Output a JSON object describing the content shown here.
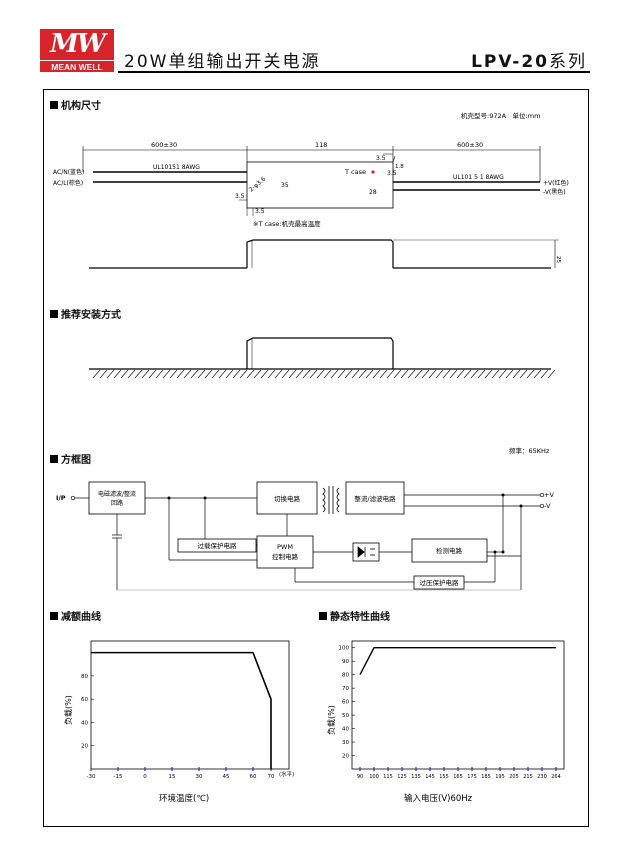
{
  "header": {
    "logo_mark": "MW",
    "logo_text": "MEAN WELL",
    "title": "20W单组输出开关电源",
    "model": "LPV-20",
    "series_suffix": "系列"
  },
  "sections": {
    "mechanical": "机构尺寸",
    "mounting": "推荐安装方式",
    "block_diagram": "方框图",
    "derating": "减额曲线",
    "static": "静态特性曲线"
  },
  "mechanical": {
    "case_info": "机壳型号:972A　单位:mm",
    "dim_left": "600±30",
    "dim_mid": "118",
    "dim_right": "600±30",
    "cable_left": "UL10151 8AWG",
    "cable_right": "UL101 5 1 8AWG",
    "ac_n": "AC/N(蓝色)",
    "ac_l": "AC/L(棕色)",
    "v_plus": "+V(红色)",
    "v_minus": "-V(黑色)",
    "tcase": "T case",
    "dim_28": "28",
    "dim_35": "35",
    "dim_3_5a": "3.5",
    "dim_3_5b": "3.5",
    "dim_3_5c": "3.5",
    "dim_3_5d": "3.5",
    "dim_phi": "2-φ3.6",
    "dim_1_8": "1.8",
    "dim_h": "25",
    "note": "※T case:机壳最高温度"
  },
  "block": {
    "freq": "频率：65KHz",
    "ip": "I/P",
    "emi": "电磁滤波/整流\n回路",
    "switch": "切换电路",
    "rect": "整流/滤波电路",
    "olp": "过载保护电路",
    "pwm": "PWM\n控制电路",
    "detect": "检测电路",
    "ovp": "过压保护电路",
    "out_plus": "+V",
    "out_minus": "-V"
  },
  "derating_chart": {
    "ylabel": "负载(%)",
    "xlabel": "环境温度(℃)",
    "x_unit": "(水平)"
  },
  "static_chart": {
    "ylabel": "负载(%)",
    "xlabel": "输入电压(V)60Hz"
  },
  "chart_data": [
    {
      "type": "line",
      "title": "减额曲线",
      "xlabel": "环境温度(℃)",
      "ylabel": "负载(%)",
      "x_ticks": [
        "-30",
        "-15",
        "0",
        "15",
        "30",
        "45",
        "60",
        "70"
      ],
      "y_ticks": [
        "20",
        "40",
        "60",
        "80"
      ],
      "xlim": [
        -30,
        80
      ],
      "ylim": [
        0,
        110
      ],
      "series": [
        {
          "x": [
            -30,
            60,
            70,
            70
          ],
          "y": [
            100,
            100,
            60,
            0
          ]
        }
      ]
    },
    {
      "type": "line",
      "title": "静态特性曲线",
      "xlabel": "输入电压(V)60Hz",
      "ylabel": "负载(%)",
      "x_ticks": [
        "90",
        "100",
        "115",
        "125",
        "135",
        "145",
        "155",
        "165",
        "175",
        "185",
        "195",
        "205",
        "215",
        "230",
        "264"
      ],
      "y_ticks": [
        "20",
        "30",
        "40",
        "50",
        "60",
        "70",
        "80",
        "90",
        "100"
      ],
      "ylim": [
        10,
        105
      ],
      "series": [
        {
          "x": [
            90,
            100,
            264
          ],
          "y": [
            80,
            100,
            100
          ]
        }
      ]
    }
  ]
}
